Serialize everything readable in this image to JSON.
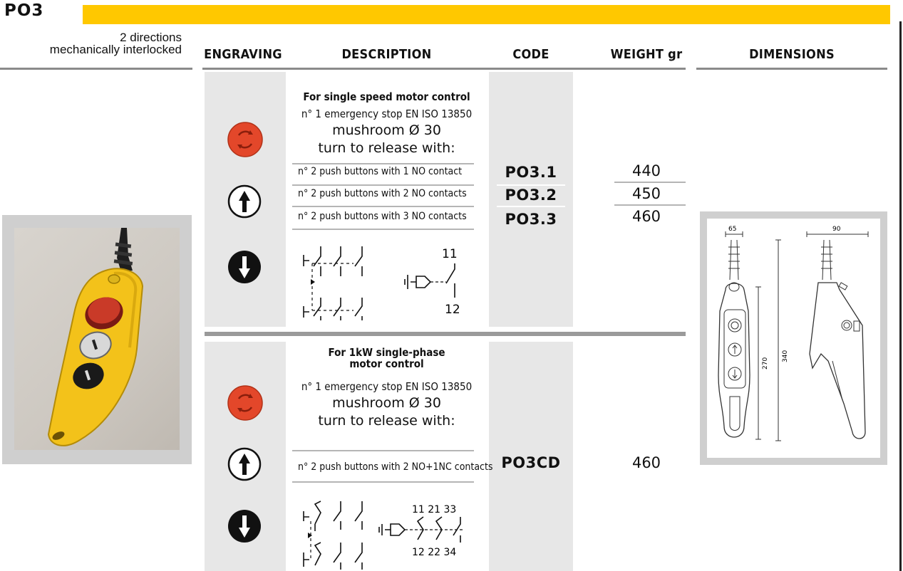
{
  "header": {
    "series": "PO3",
    "accent_color": "#ffc800",
    "subtitle_line1": "2 directions",
    "subtitle_line2": "mechanically interlocked"
  },
  "columns": {
    "engraving": "ENGRAVING",
    "description": "DESCRIPTION",
    "code": "CODE",
    "weight": "WEIGHT gr",
    "dimensions": "DIMENSIONS"
  },
  "section1": {
    "title": "For single speed motor control",
    "line1": "n° 1 emergency stop EN ISO 13850",
    "line2": "mushroom Ø 30",
    "line3": "turn to release with:",
    "rows": [
      {
        "desc": "n° 2 push buttons with 1 NO contact",
        "code": "PO3.1",
        "weight": "440"
      },
      {
        "desc": "n° 2 push buttons with 2 NO contacts",
        "code": "PO3.2",
        "weight": "450"
      },
      {
        "desc": "n° 2 push buttons with 3 NO contacts",
        "code": "PO3.3",
        "weight": "460"
      }
    ],
    "diagram_top": "11",
    "diagram_bottom": "12",
    "engravings": [
      "emergency-stop-icon",
      "arrow-up-icon",
      "arrow-down-icon"
    ]
  },
  "section2": {
    "title_line1": "For 1kW single-phase",
    "title_line2": "motor control",
    "line1": "n° 1 emergency stop EN ISO 13850",
    "line2": "mushroom Ø 30",
    "line3": "turn to release with:",
    "rows": [
      {
        "desc": "n° 2 push buttons with 2 NO+1NC contacts",
        "code": "PO3CD",
        "weight": "460"
      }
    ],
    "diagram_top": "11 21 33",
    "diagram_bottom": "12 22 34",
    "engravings": [
      "emergency-stop-icon",
      "arrow-up-icon",
      "arrow-down-icon"
    ]
  },
  "dimensions": {
    "w_front": "65",
    "w_side": "90",
    "h_body": "270",
    "h_total": "340"
  }
}
